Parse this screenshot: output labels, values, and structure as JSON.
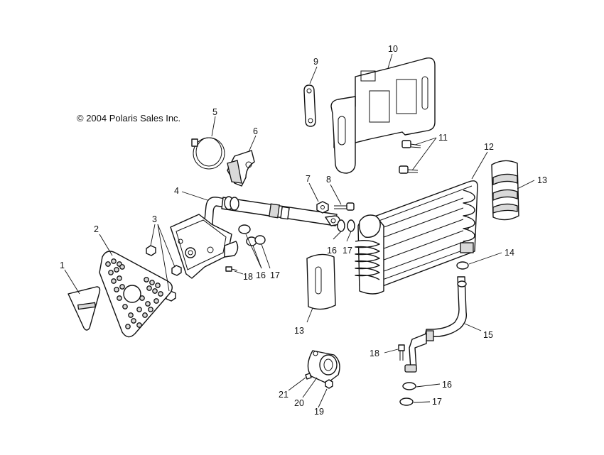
{
  "copyright": "© 2004 Polaris Sales Inc.",
  "callouts": {
    "c1": "1",
    "c2": "2",
    "c3": "3",
    "c4": "4",
    "c5": "5",
    "c6": "6",
    "c7": "7",
    "c8": "8",
    "c9": "9",
    "c10": "10",
    "c11": "11",
    "c12": "12",
    "c13a": "13",
    "c13b": "13",
    "c14": "14",
    "c15": "15",
    "c16a": "16",
    "c16b": "16",
    "c16c": "16",
    "c17a": "17",
    "c17b": "17",
    "c17c": "17",
    "c18a": "18",
    "c18b": "18",
    "c19": "19",
    "c20": "20",
    "c21": "21"
  },
  "colors": {
    "line": "#111111",
    "background": "#ffffff",
    "shade": "#d9d9d9"
  }
}
